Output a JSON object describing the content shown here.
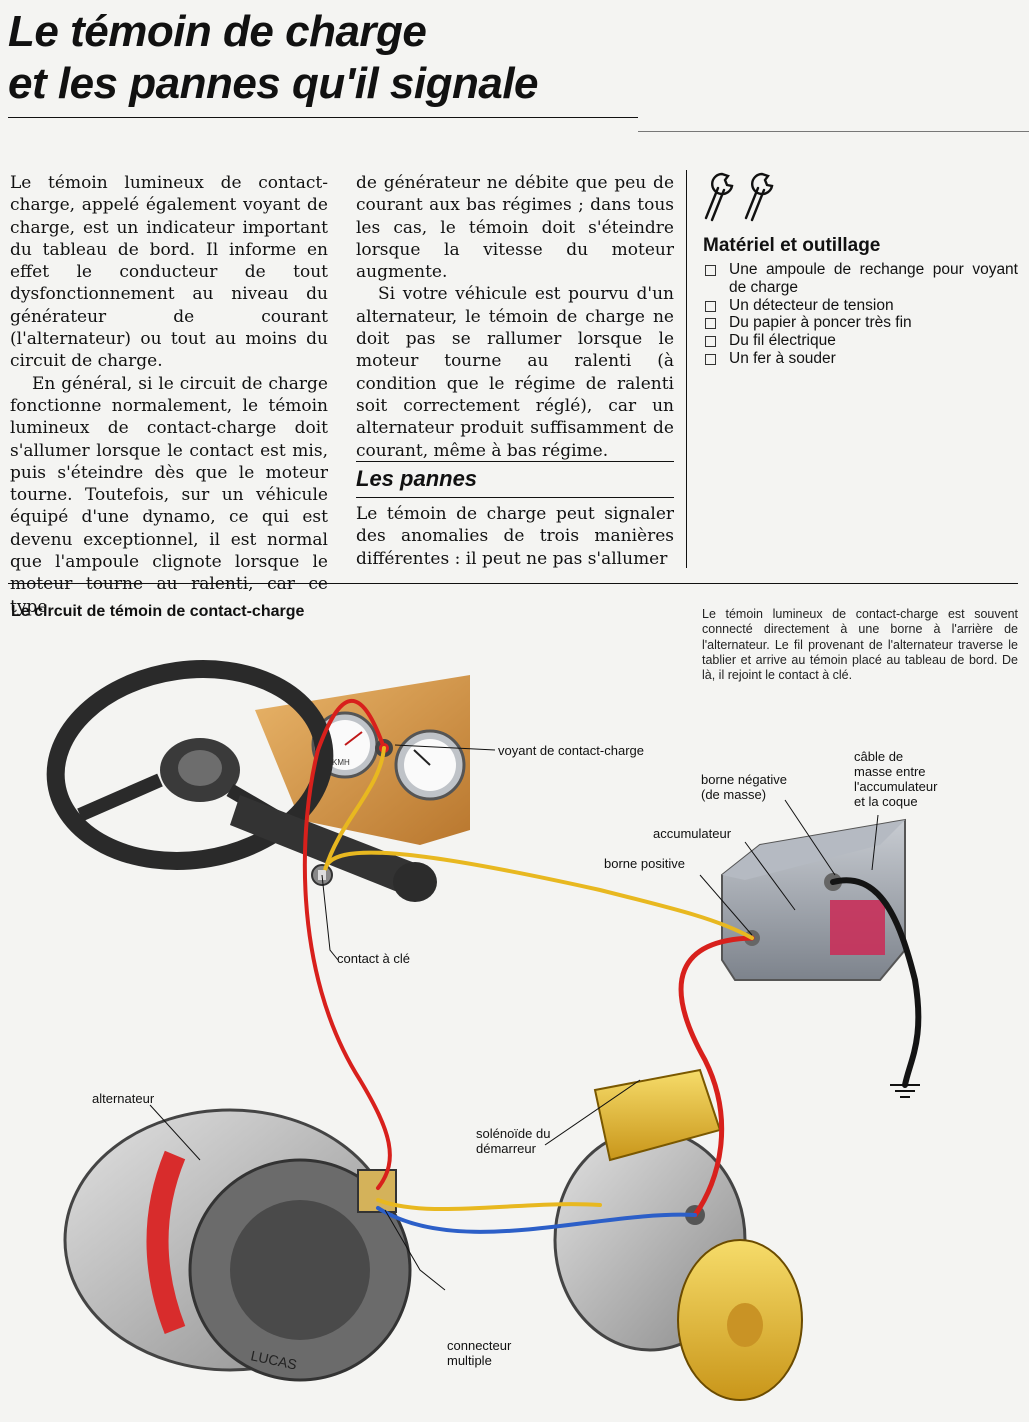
{
  "header": {
    "title_line1": "Le témoin de charge",
    "title_line2": "et les pannes qu'il signale"
  },
  "article": {
    "col1_p1": "Le témoin lumineux de contact-charge, appelé également voyant de charge, est un indicateur important du tableau de bord. Il informe en effet le conducteur de tout dysfonctionnement au niveau du générateur de courant (l'alternateur) ou tout au moins du circuit de charge.",
    "col1_p2": "En général, si le circuit de charge fonctionne normalement, le témoin lumineux de contact-charge doit s'allumer lorsque le contact est mis, puis s'éteindre dès que le moteur tourne. Toutefois, sur un véhicule équipé d'une dynamo, ce qui est devenu exceptionnel, il est normal que l'ampoule clignote lorsque le moteur tourne au ralenti, car ce type",
    "col2_p1": "de générateur ne débite que peu de courant aux bas régimes ; dans tous les cas, le témoin doit s'éteindre lorsque la vitesse du moteur augmente.",
    "col2_p2": "Si votre véhicule est pourvu d'un alternateur, le témoin de charge ne doit pas se rallumer lorsque le moteur tourne au ralenti (à condition que le régime de ralenti soit correctement réglé), car un alternateur produit suffisamment de courant, même à bas régime.",
    "subheading": "Les pannes",
    "col2_p3": "Le témoin de charge peut signaler des anomalies de trois manières différentes : il peut ne pas s'allumer"
  },
  "tools": {
    "icon": "wrench-pair-icon",
    "heading": "Matériel et outillage",
    "items": [
      "Une ampoule de rechange pour voyant de charge",
      "Un détecteur de tension",
      "Du papier à poncer très fin",
      "Du fil électrique",
      "Un fer à souder"
    ]
  },
  "figure": {
    "title": "Le circuit de témoin de contact-charge",
    "caption": "Le témoin lumineux de contact-charge est souvent connecté directement à une borne à l'arrière de l'alternateur. Le fil provenant de l'alternateur traverse le tablier et arrive au témoin placé au tableau de bord. De là, il rejoint le contact à clé.",
    "labels": {
      "voyant": "voyant de contact-charge",
      "contact": "contact à clé",
      "borne_negative_1": "borne négative",
      "borne_negative_2": "(de masse)",
      "cable_1": "câble de",
      "cable_2": "masse entre",
      "cable_3": "l'accumulateur",
      "cable_4": "et la coque",
      "accumulateur": "accumulateur",
      "borne_positive": "borne positive",
      "alternateur": "alternateur",
      "solenoide_1": "solénoïde du",
      "solenoide_2": "démarreur",
      "connecteur_1": "connecteur",
      "connecteur_2": "multiple"
    },
    "gauge_text": "KMH",
    "alternator_brand": "LUCAS",
    "wire_colors": {
      "positive": "#d8201c",
      "charge_lamp": "#e8b820",
      "field": "#2c5fc8",
      "ground": "#141414"
    }
  }
}
